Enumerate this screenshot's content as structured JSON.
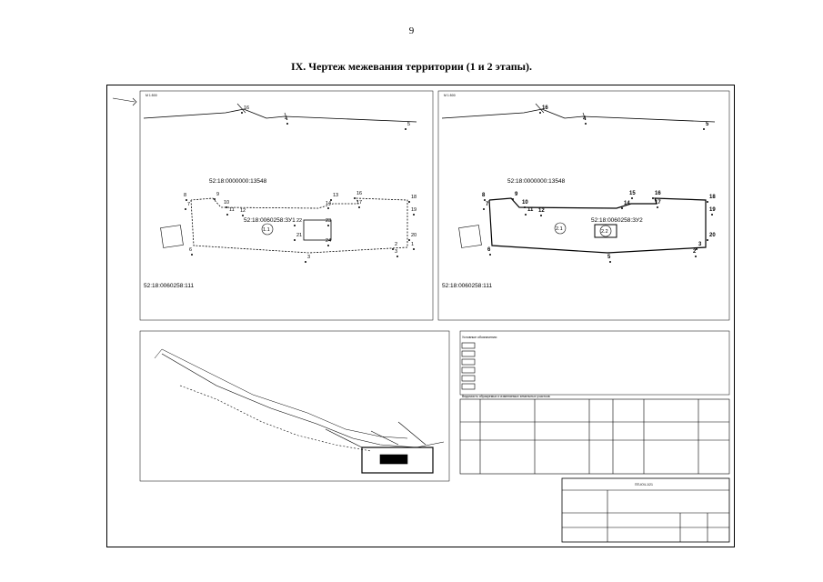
{
  "page": {
    "number": "9",
    "title": "IX. Чертеж межевания территории (1 и 2 этапы)."
  },
  "drawing": {
    "stage1_scale": "М 1:500",
    "stage2_scale": "М 1:500",
    "cadastral_big_1": "52:18:0000000:13548",
    "cadastral_big_2": "52:18:0000000:13548",
    "cadastral_small_1": "52:18:0060258:111",
    "cadastral_small_2": "52:18:0060258:111",
    "zu_label_1": "52:18:0060258:ЗУ1",
    "zu_label_2": "52:18:0060258:ЗУ2",
    "plot_1": "1.1",
    "plot_2a": "2.1",
    "plot_2b": "2.2",
    "points_1": [
      "16",
      "4",
      "5",
      "6",
      "7",
      "8",
      "9",
      "10",
      "11",
      "12",
      "13",
      "14",
      "16",
      "17",
      "18",
      "19",
      "20",
      "1",
      "2",
      "3",
      "22",
      "23",
      "21",
      "24",
      "3"
    ],
    "points_2": [
      "16",
      "4",
      "5",
      "6",
      "7",
      "8",
      "9",
      "10",
      "11",
      "12",
      "14",
      "15",
      "16",
      "17",
      "18",
      "19",
      "20",
      "2",
      "3",
      "5"
    ],
    "legend_title": "Условные обозначения:",
    "table_title": "Ведомость образуемых и изменяемых земельных участков",
    "stamp_code": "ПП-ЮЧ-1/21"
  },
  "colors": {
    "ink": "#000000",
    "paper": "#ffffff"
  }
}
